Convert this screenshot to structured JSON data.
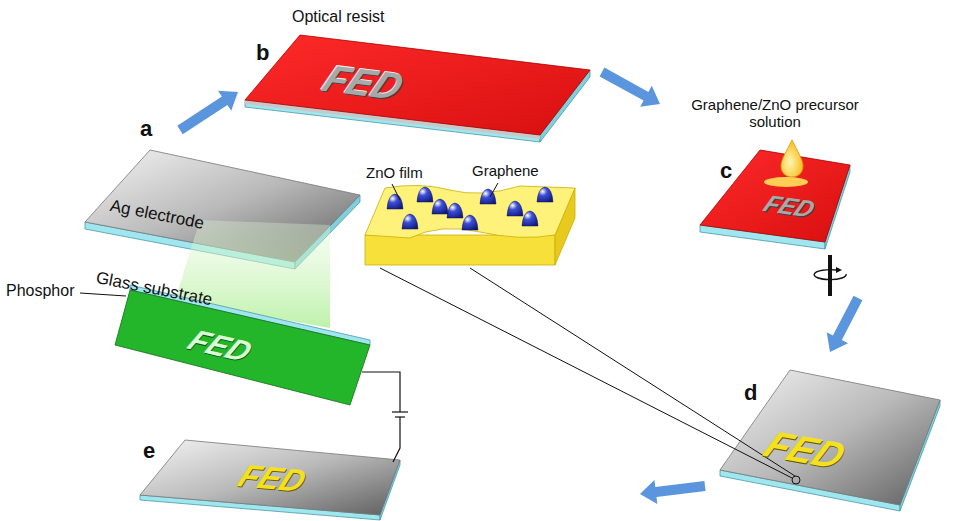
{
  "diagram": {
    "labels": [
      "a",
      "Ag electrode",
      "Glass substrate",
      "b",
      "Optical resist",
      "FED",
      "Graphene/ZnO precursor solution",
      "c",
      "FED",
      "ZnO film",
      "Graphene",
      "d",
      "FED",
      "Phosphor",
      "FED",
      "e",
      "FED"
    ]
  }
}
